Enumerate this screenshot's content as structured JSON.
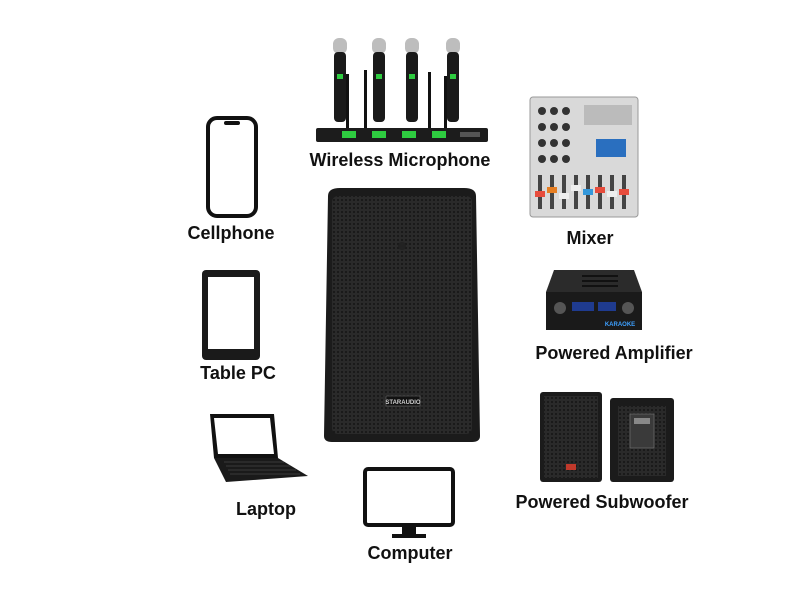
{
  "devices": {
    "wireless_microphone": {
      "label": "Wireless Microphone",
      "icon": "wireless-microphone-icon"
    },
    "mixer": {
      "label": "Mixer",
      "icon": "mixer-icon"
    },
    "cellphone": {
      "label": "Cellphone",
      "icon": "cellphone-icon"
    },
    "tablet": {
      "label": "Table PC",
      "icon": "tablet-icon"
    },
    "laptop": {
      "label": "Laptop",
      "icon": "laptop-icon"
    },
    "computer": {
      "label": "Computer",
      "icon": "monitor-icon"
    },
    "amplifier": {
      "label": "Powered Amplifier",
      "icon": "amplifier-icon",
      "brand_text": "KARAOKE"
    },
    "subwoofer": {
      "label": "Powered Subwoofer",
      "icon": "subwoofer-icon"
    }
  },
  "speaker": {
    "icon": "speaker-icon",
    "brand_text": "STARAUDIO"
  },
  "colors": {
    "text": "#111111",
    "device_body": "#1f1f1f",
    "accent_green": "#2ecc40",
    "background": "#ffffff"
  }
}
